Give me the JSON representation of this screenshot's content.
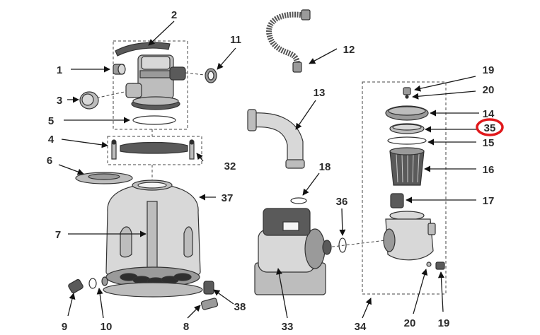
{
  "labels": {
    "p1": "1",
    "p2": "2",
    "p3": "3",
    "p4": "4",
    "p5": "5",
    "p6": "6",
    "p7": "7",
    "p8": "8",
    "p9": "9",
    "p10": "10",
    "p11": "11",
    "p12": "12",
    "p13": "13",
    "p14": "14",
    "p15": "15",
    "p16": "16",
    "p17": "17",
    "p18": "18",
    "p19a": "19",
    "p19b": "19",
    "p20a": "20",
    "p20b": "20",
    "p32": "32",
    "p33": "33",
    "p34": "34",
    "p35": "35",
    "p36": "36",
    "p37": "37",
    "p38": "38"
  },
  "highlight": {
    "part": "35",
    "color": "#e0181b"
  }
}
